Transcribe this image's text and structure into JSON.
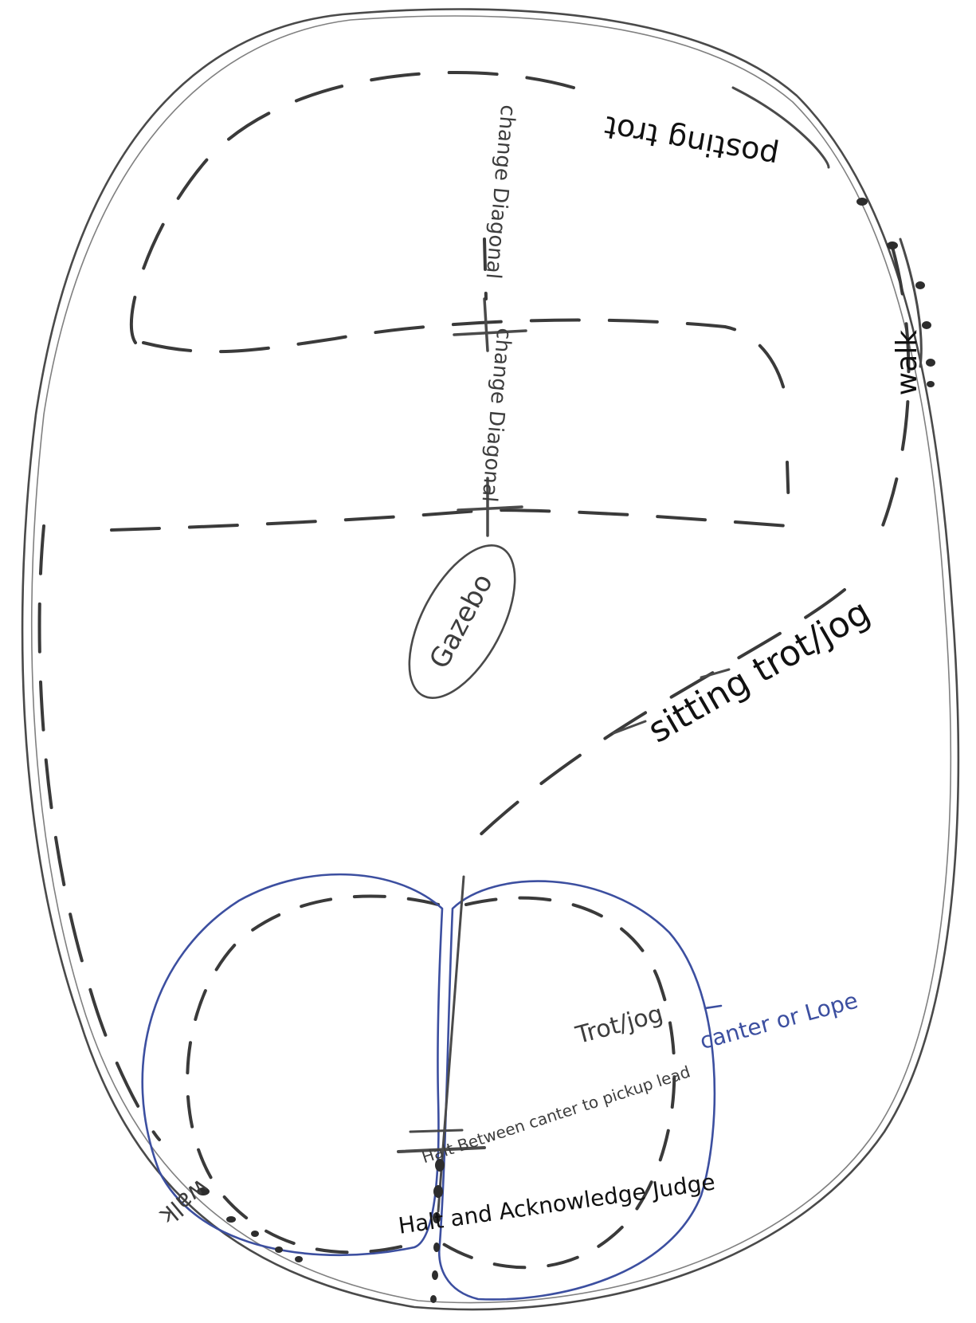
{
  "labels": {
    "posting_trot": "posting trot",
    "walk_right": "walk",
    "change_diagonal_top": "change Diagonal",
    "change_diagonal_mid": "change Diagonal",
    "gazebo": "Gazebo",
    "sitting_trot_jog": "sitting trot/jog",
    "trot_jog": "Trot/jog",
    "canter_or_lope": "canter or Lope",
    "halt_between": "Halt Between canter to pickup lead",
    "halt_and_acknowledge": "Halt and Acknowledge Judge",
    "walk_left": "walk"
  },
  "colors": {
    "pencil": "#4a4a4a",
    "dash": "#3a3a3a",
    "blue_pen": "#3c4fa0",
    "black_pen": "#111111"
  }
}
